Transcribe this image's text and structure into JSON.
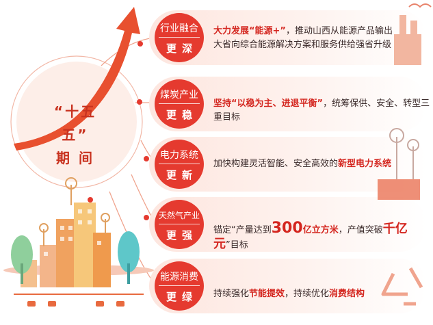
{
  "period": {
    "line1": "“十五五”",
    "line2": "期  间"
  },
  "rows": [
    {
      "tag1": "行业融合",
      "tag2": "更深",
      "p1a": "大力发展“能源+”",
      "p1b": "，推动山西从能源产品输出",
      "p2": "大省向综合能源解决方案和服务供给强省升级"
    },
    {
      "tag1": "煤炭产业",
      "tag2": "更稳",
      "a": "坚持“以稳为主、进退平衡”",
      "b": "，统筹保供、安全、转型三重目标"
    },
    {
      "tag1": "电力系统",
      "tag2": "更新",
      "a": "加快构建灵活智能、安全高效的",
      "b": "新型电力系统"
    },
    {
      "tag1": "天然气产业",
      "tag2": "更强",
      "a": "锚定“产量达到",
      "b": "300",
      "c": "亿立方米",
      "d": "，产值突破",
      "e": "千亿元",
      "f": "”目标"
    },
    {
      "tag1": "能源消费",
      "tag2": "更绿",
      "a": "持续强化",
      "b": "节能提效",
      "c": "，持续优化",
      "d": "消费结构"
    }
  ],
  "colors": {
    "accent": "#e53a2f",
    "highlight": "#d4261f",
    "row_bg": "#fde6df",
    "arrow": "#e8502f"
  },
  "icons": [
    "growth-arrow-icon",
    "factory-icon",
    "wind-turbine-icon",
    "solar-panel-icon",
    "recycle-icon",
    "city-buildings-icon"
  ]
}
